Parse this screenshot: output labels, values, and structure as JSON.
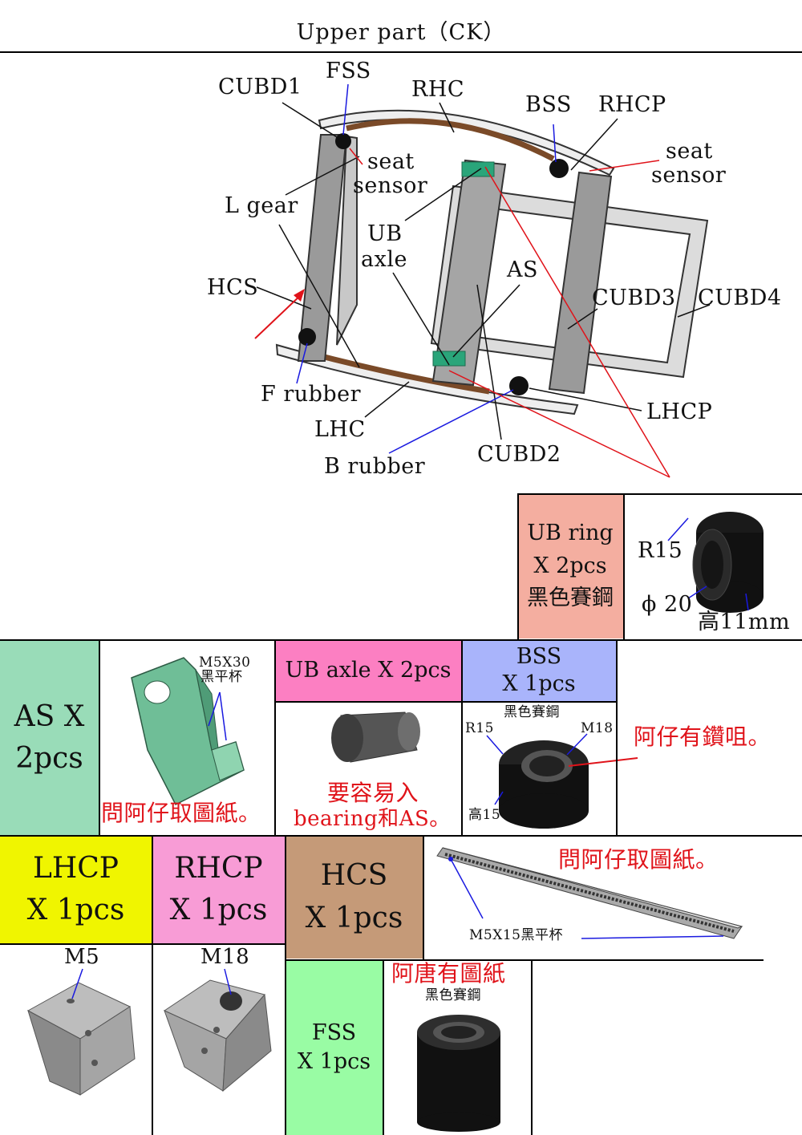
{
  "title": "Upper part（CK）",
  "diagram": {
    "labels": {
      "fss": "FSS",
      "cubd1": "CUBD1",
      "rhc": "RHC",
      "bss": "BSS",
      "rhcp": "RHCP",
      "seat_sensor_1a": "seat",
      "seat_sensor_1b": "sensor",
      "seat_sensor_2a": "seat",
      "seat_sensor_2b": "sensor",
      "l_gear": "L gear",
      "ub_axle_1": "UB",
      "ub_axle_2": "axle",
      "hcs": "HCS",
      "as": "AS",
      "cubd3": "CUBD3",
      "cubd4": "CUBD4",
      "f_rubber": "F rubber",
      "lhcp": "LHCP",
      "lhc": "LHC",
      "b_rubber": "B rubber",
      "cubd2": "CUBD2"
    }
  },
  "parts": {
    "ub_ring": {
      "line1": "UB ring",
      "line2": "X 2pcs",
      "line3": "黑色賽鋼",
      "dim_r": "R15",
      "dim_phi": "ϕ 20",
      "dim_h": "高11mm",
      "color": "#f4aea0"
    },
    "as": {
      "line1": "AS X",
      "line2": "2pcs",
      "screw": "M5X30",
      "screw2": "黑平杯",
      "note": "問阿仔取圖紙。",
      "color": "#99dcb8"
    },
    "ub_axle": {
      "label": "UB axle X 2pcs",
      "note1": "要容易入",
      "note2": "bearing和AS。",
      "color": "#fc7fc2"
    },
    "bss": {
      "line1": "BSS",
      "line2": "X 1pcs",
      "material": "黑色賽鋼",
      "r": "R15",
      "m": "M18",
      "h": "高15",
      "note": "阿仔有鑽咀。",
      "color": "#a9b4fb"
    },
    "lhcp": {
      "line1": "LHCP",
      "line2": "X 1pcs",
      "thread": "M5",
      "color": "#f0f500"
    },
    "rhcp": {
      "line1": "RHCP",
      "line2": "X 1pcs",
      "thread": "M18",
      "color": "#f89cd6"
    },
    "hcs": {
      "line1": "HCS",
      "line2": "X 1pcs",
      "note": "問阿仔取圖紙。",
      "screw": "M5X15黑平杯",
      "color": "#c59a78"
    },
    "fss": {
      "line1": "FSS",
      "line2": "X 1pcs",
      "note": "阿唐有圖紙",
      "material": "黑色賽鋼",
      "color": "#99fca4"
    }
  }
}
